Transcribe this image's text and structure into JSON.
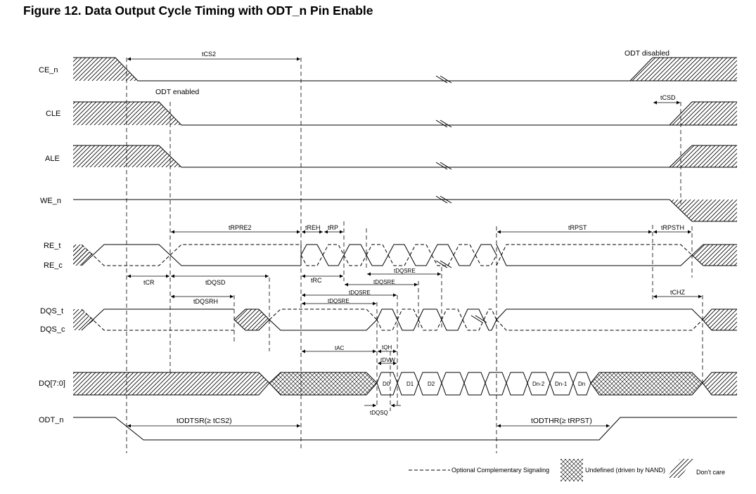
{
  "title": "Figure 12. Data Output Cycle Timing with ODT_n Pin Enable",
  "signals": {
    "ce": "CE_n",
    "cle": "CLE",
    "ale": "ALE",
    "we": "WE_n",
    "re_t": "RE_t",
    "re_c": "RE_c",
    "dqs_t": "DQS_t",
    "dqs_c": "DQS_c",
    "dq": "DQ[7:0]",
    "odt": "ODT_n"
  },
  "labels": {
    "odt_disabled": "ODT disabled",
    "odt_enabled": "ODT enabled"
  },
  "timings": {
    "tcs2": "tCS2",
    "tcsd": "tCSD",
    "trpre2": "tRPRE2",
    "treh": "tREH",
    "trp": "tRP",
    "trpst": "tRPST",
    "trpsth": "tRPSTH",
    "tdqsre_a": "tDQSRE",
    "tdqsre_b": "tDQSRE",
    "tdqsre_c": "tDQSRE",
    "tdqsre_d": "tDQSRE",
    "tcr": "tCR",
    "tdqsd": "tDQSD",
    "trc": "tRC",
    "tdqsrh": "tDQSRH",
    "tchz": "tCHZ",
    "tac": "tAC",
    "tqh": "tQH",
    "tdvw": "tDVW",
    "tdqsq": "tDQSQ",
    "todtsr": "tODTSR(≥ tCS2)",
    "todthr": "tODTHR(≥ tRPST)"
  },
  "data_labels": {
    "d0": "D0",
    "d1": "D1",
    "d2": "D2",
    "dn2": "Dn-2",
    "dn1": "Dn-1",
    "dn": "Dn"
  },
  "legend": {
    "optional": "Optional Complementary Signaling",
    "undefined": "Undefined (driven by NAND)",
    "dontcare": "Don’t care"
  }
}
